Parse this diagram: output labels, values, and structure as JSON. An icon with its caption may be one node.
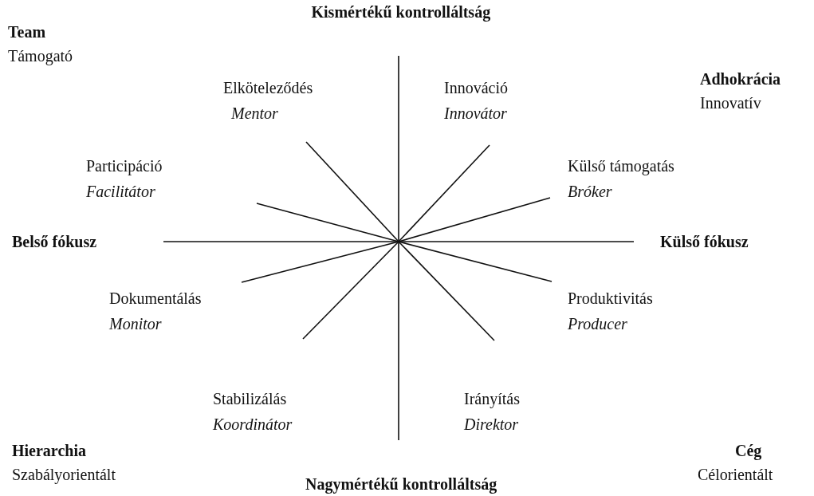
{
  "diagram": {
    "labels": [
      "Kismértékű kontrolláltság",
      "Team",
      "Támogató",
      "Adhokrácia",
      "Innovatív",
      "Elköteleződés",
      "Mentor",
      "Innováció",
      "Innovátor",
      "Participáció",
      "Facilitátor",
      "Külső támogatás",
      "Bróker",
      "Belső fókusz",
      "Külső fókusz",
      "Dokumentálás",
      "Monitor",
      "Produktivitás",
      "Producer",
      "Stabilizálás",
      "Koordinátor",
      "Irányítás",
      "Direktor",
      "Hierarchia",
      "Szabályorientált",
      "Cég",
      "Célorientált",
      "Nagymértékű kontrolláltság"
    ]
  }
}
